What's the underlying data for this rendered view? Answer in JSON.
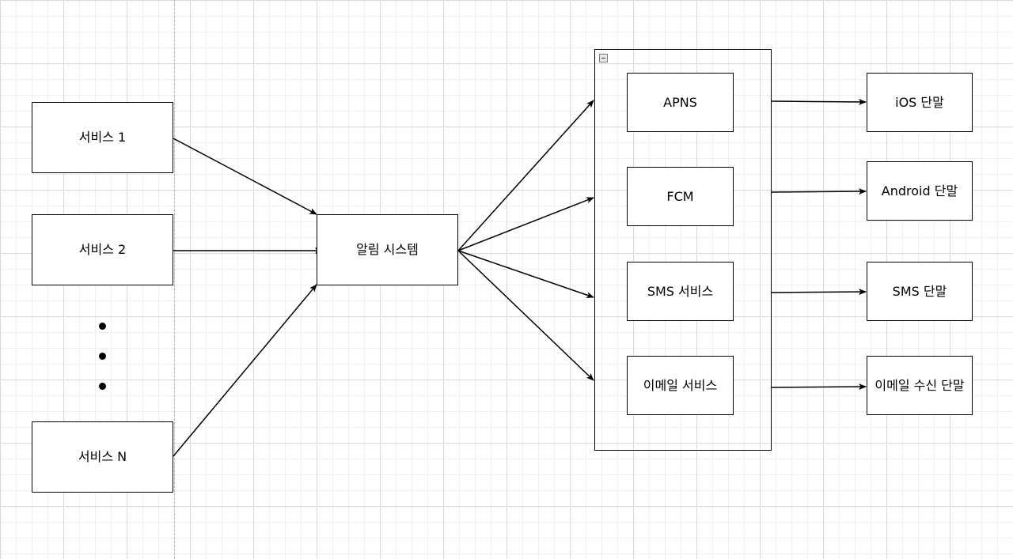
{
  "services": [
    {
      "label": "서비스 1"
    },
    {
      "label": "서비스 2"
    },
    {
      "label": "서비스 N"
    }
  ],
  "hub": {
    "label": "알림 시스템"
  },
  "providers": [
    {
      "label": "APNS"
    },
    {
      "label": "FCM"
    },
    {
      "label": "SMS 서비스"
    },
    {
      "label": "이메일 서비스"
    }
  ],
  "devices": [
    {
      "label": "iOS 단말"
    },
    {
      "label": "Android 단말"
    },
    {
      "label": "SMS 단말"
    },
    {
      "label": "이메일 수신 단말"
    }
  ]
}
